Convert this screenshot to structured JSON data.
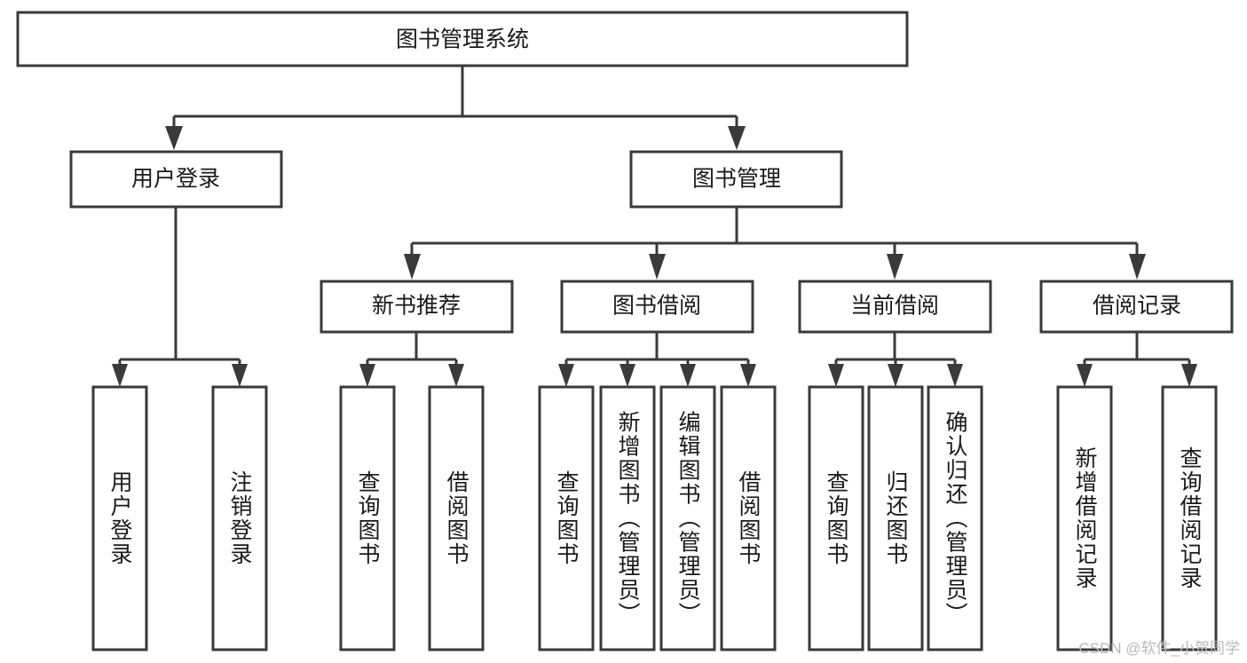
{
  "diagram": {
    "type": "tree-hierarchy",
    "title": "图书管理系统",
    "watermark": "CSDN @软件_小贺同学",
    "colors": {
      "stroke": "#3a3a3a",
      "fill": "#ffffff",
      "text": "#1a1a1a",
      "watermark": "#b9b9b9"
    },
    "root": {
      "label": "图书管理系统"
    },
    "level2": [
      {
        "label": "用户登录"
      },
      {
        "label": "图书管理"
      }
    ],
    "level3": [
      {
        "label": "新书推荐"
      },
      {
        "label": "图书借阅"
      },
      {
        "label": "当前借阅"
      },
      {
        "label": "借阅记录"
      }
    ],
    "leaves": {
      "user_login": [
        {
          "label": "用户登录"
        },
        {
          "label": "注销登录"
        }
      ],
      "new_book": [
        {
          "label": "查询图书"
        },
        {
          "label": "借阅图书"
        }
      ],
      "book_borrow": [
        {
          "label": "查询图书"
        },
        {
          "label": "新增图书（管理员）"
        },
        {
          "label": "编辑图书（管理员）"
        },
        {
          "label": "借阅图书"
        }
      ],
      "current_borrow": [
        {
          "label": "查询图书"
        },
        {
          "label": "归还图书"
        },
        {
          "label": "确认归还（管理员）"
        }
      ],
      "borrow_record": [
        {
          "label": "新增借阅记录"
        },
        {
          "label": "查询借阅记录"
        }
      ]
    }
  }
}
